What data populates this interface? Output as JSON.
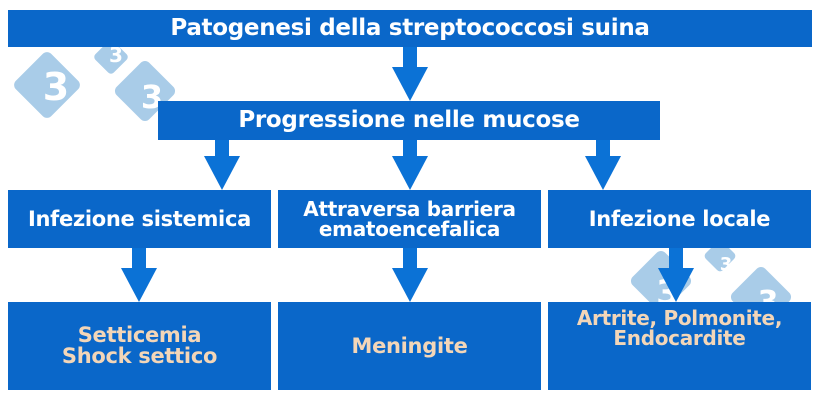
{
  "diagram": {
    "title": "Patogenesi della streptococcosi suina",
    "level1": "Progressione nelle mucose",
    "branches": [
      {
        "stage_line1": "Infezione sistemica",
        "stage_line2": "",
        "outcome_line1": "Setticemia",
        "outcome_line2": "Shock settico"
      },
      {
        "stage_line1": "Attraversa barriera",
        "stage_line2": "ematoencefalica",
        "outcome_line1": "Meningite",
        "outcome_line2": ""
      },
      {
        "stage_line1": "Infezione locale",
        "stage_line2": "",
        "outcome_line1": "Artrite, Polmonite,",
        "outcome_line2": "Endocardite"
      }
    ],
    "watermark_glyph": "3"
  },
  "colors": {
    "box_blue": "#0a67c9",
    "arrow_blue": "#0b72d6",
    "outcome_text": "#f3d6b8",
    "watermark": "#a9cce8"
  }
}
